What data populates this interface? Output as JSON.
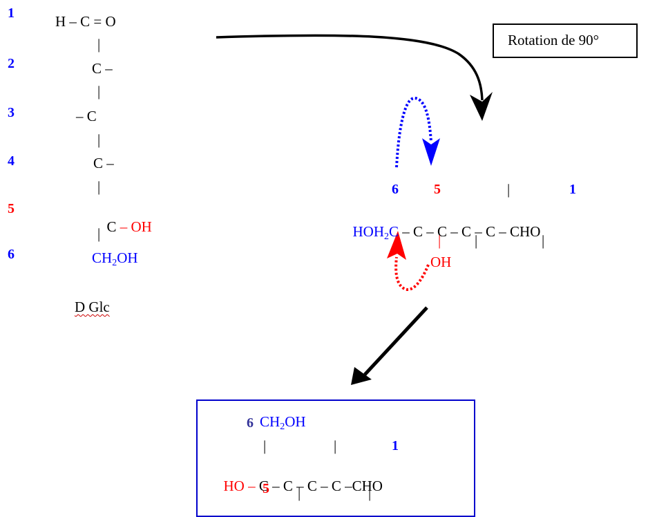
{
  "left_numbers": [
    "1",
    "2",
    "3",
    "4",
    "5",
    "6"
  ],
  "fischer": {
    "c1": "H – C = O",
    "bond": "|",
    "c2": "C –",
    "c3": "– C",
    "c4": "C –",
    "c5_c": "C",
    "c5_oh": "– OH",
    "c6_ch": "CH",
    "c6_sub": "2",
    "c6_oh": "OH",
    "name": "D Glc"
  },
  "rotation": {
    "label": "Rotation de 90°"
  },
  "horizontal": {
    "n6": "6",
    "n5": "5",
    "n1": "1",
    "bond": "|",
    "hoh_pre": "HOH",
    "hoh_sub": "2",
    "hoh_c": "C",
    "chain": " – C – C – C – C – CHO",
    "oh": "OH"
  },
  "result": {
    "n6": "6",
    "ch2oh_pre": "CH",
    "ch2oh_sub": "2",
    "ch2oh_post": "OH",
    "bond": "|",
    "n1": "1",
    "ho": "HO – ",
    "chain": "C – C – C – C –CHO",
    "n5": "5"
  },
  "colors": {
    "blue": "#0000ff",
    "red": "#ff0000",
    "black": "#000000",
    "navy": "#333399"
  }
}
